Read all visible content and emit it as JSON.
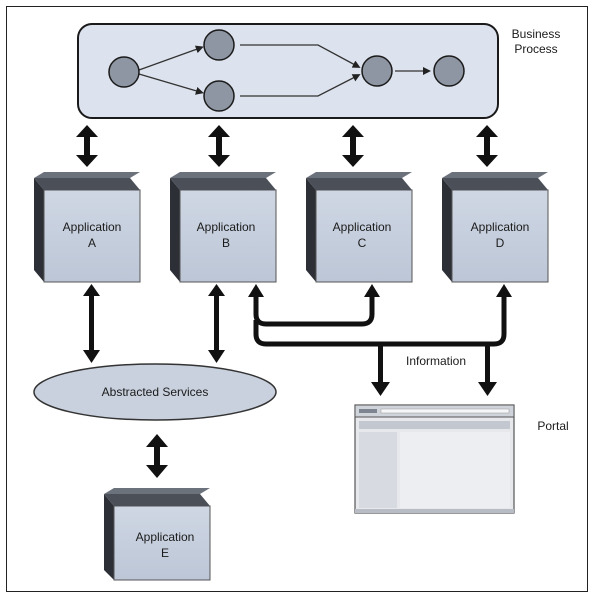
{
  "business_process": {
    "label_line1": "Business",
    "label_line2": "Process"
  },
  "applications": [
    {
      "line1": "Application",
      "line2": "A"
    },
    {
      "line1": "Application",
      "line2": "B"
    },
    {
      "line1": "Application",
      "line2": "C"
    },
    {
      "line1": "Application",
      "line2": "D"
    },
    {
      "line1": "Application",
      "line2": "E"
    }
  ],
  "abstracted_services": {
    "label": "Abstracted Services"
  },
  "information": {
    "label": "Information"
  },
  "portal": {
    "label": "Portal"
  },
  "colors": {
    "panel_fill": "#dde3ee",
    "node_fill": "#8e96a3",
    "app_front": "#c7d0de",
    "app_side": "#2c2f36",
    "app_top": "#6c727c",
    "arrow": "#111111"
  }
}
